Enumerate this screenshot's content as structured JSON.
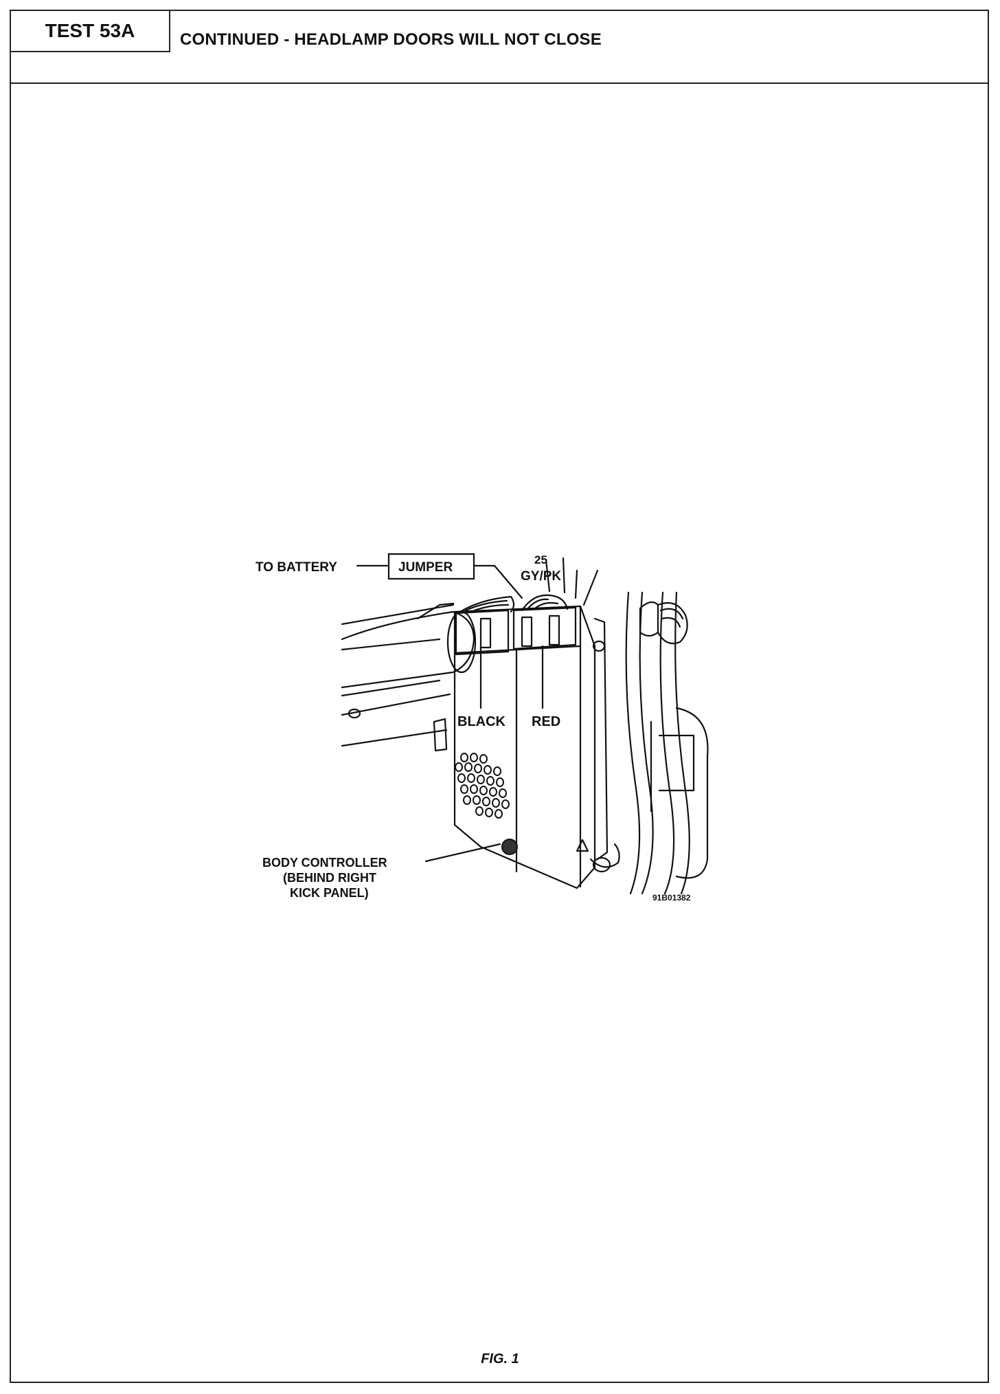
{
  "header": {
    "test_label": "TEST 53A",
    "title": "CONTINUED - HEADLAMP DOORS WILL NOT CLOSE"
  },
  "diagram": {
    "to_battery": "TO BATTERY",
    "jumper": "JUMPER",
    "pin_number": "25",
    "wire_color": "GY/PK",
    "black_connector": "BLACK",
    "red_connector": "RED",
    "body_controller_line1": "BODY CONTROLLER",
    "body_controller_line2": "(BEHIND RIGHT",
    "body_controller_line3": "KICK PANEL)",
    "figure_code": "91B01382"
  },
  "caption": "FIG. 1"
}
